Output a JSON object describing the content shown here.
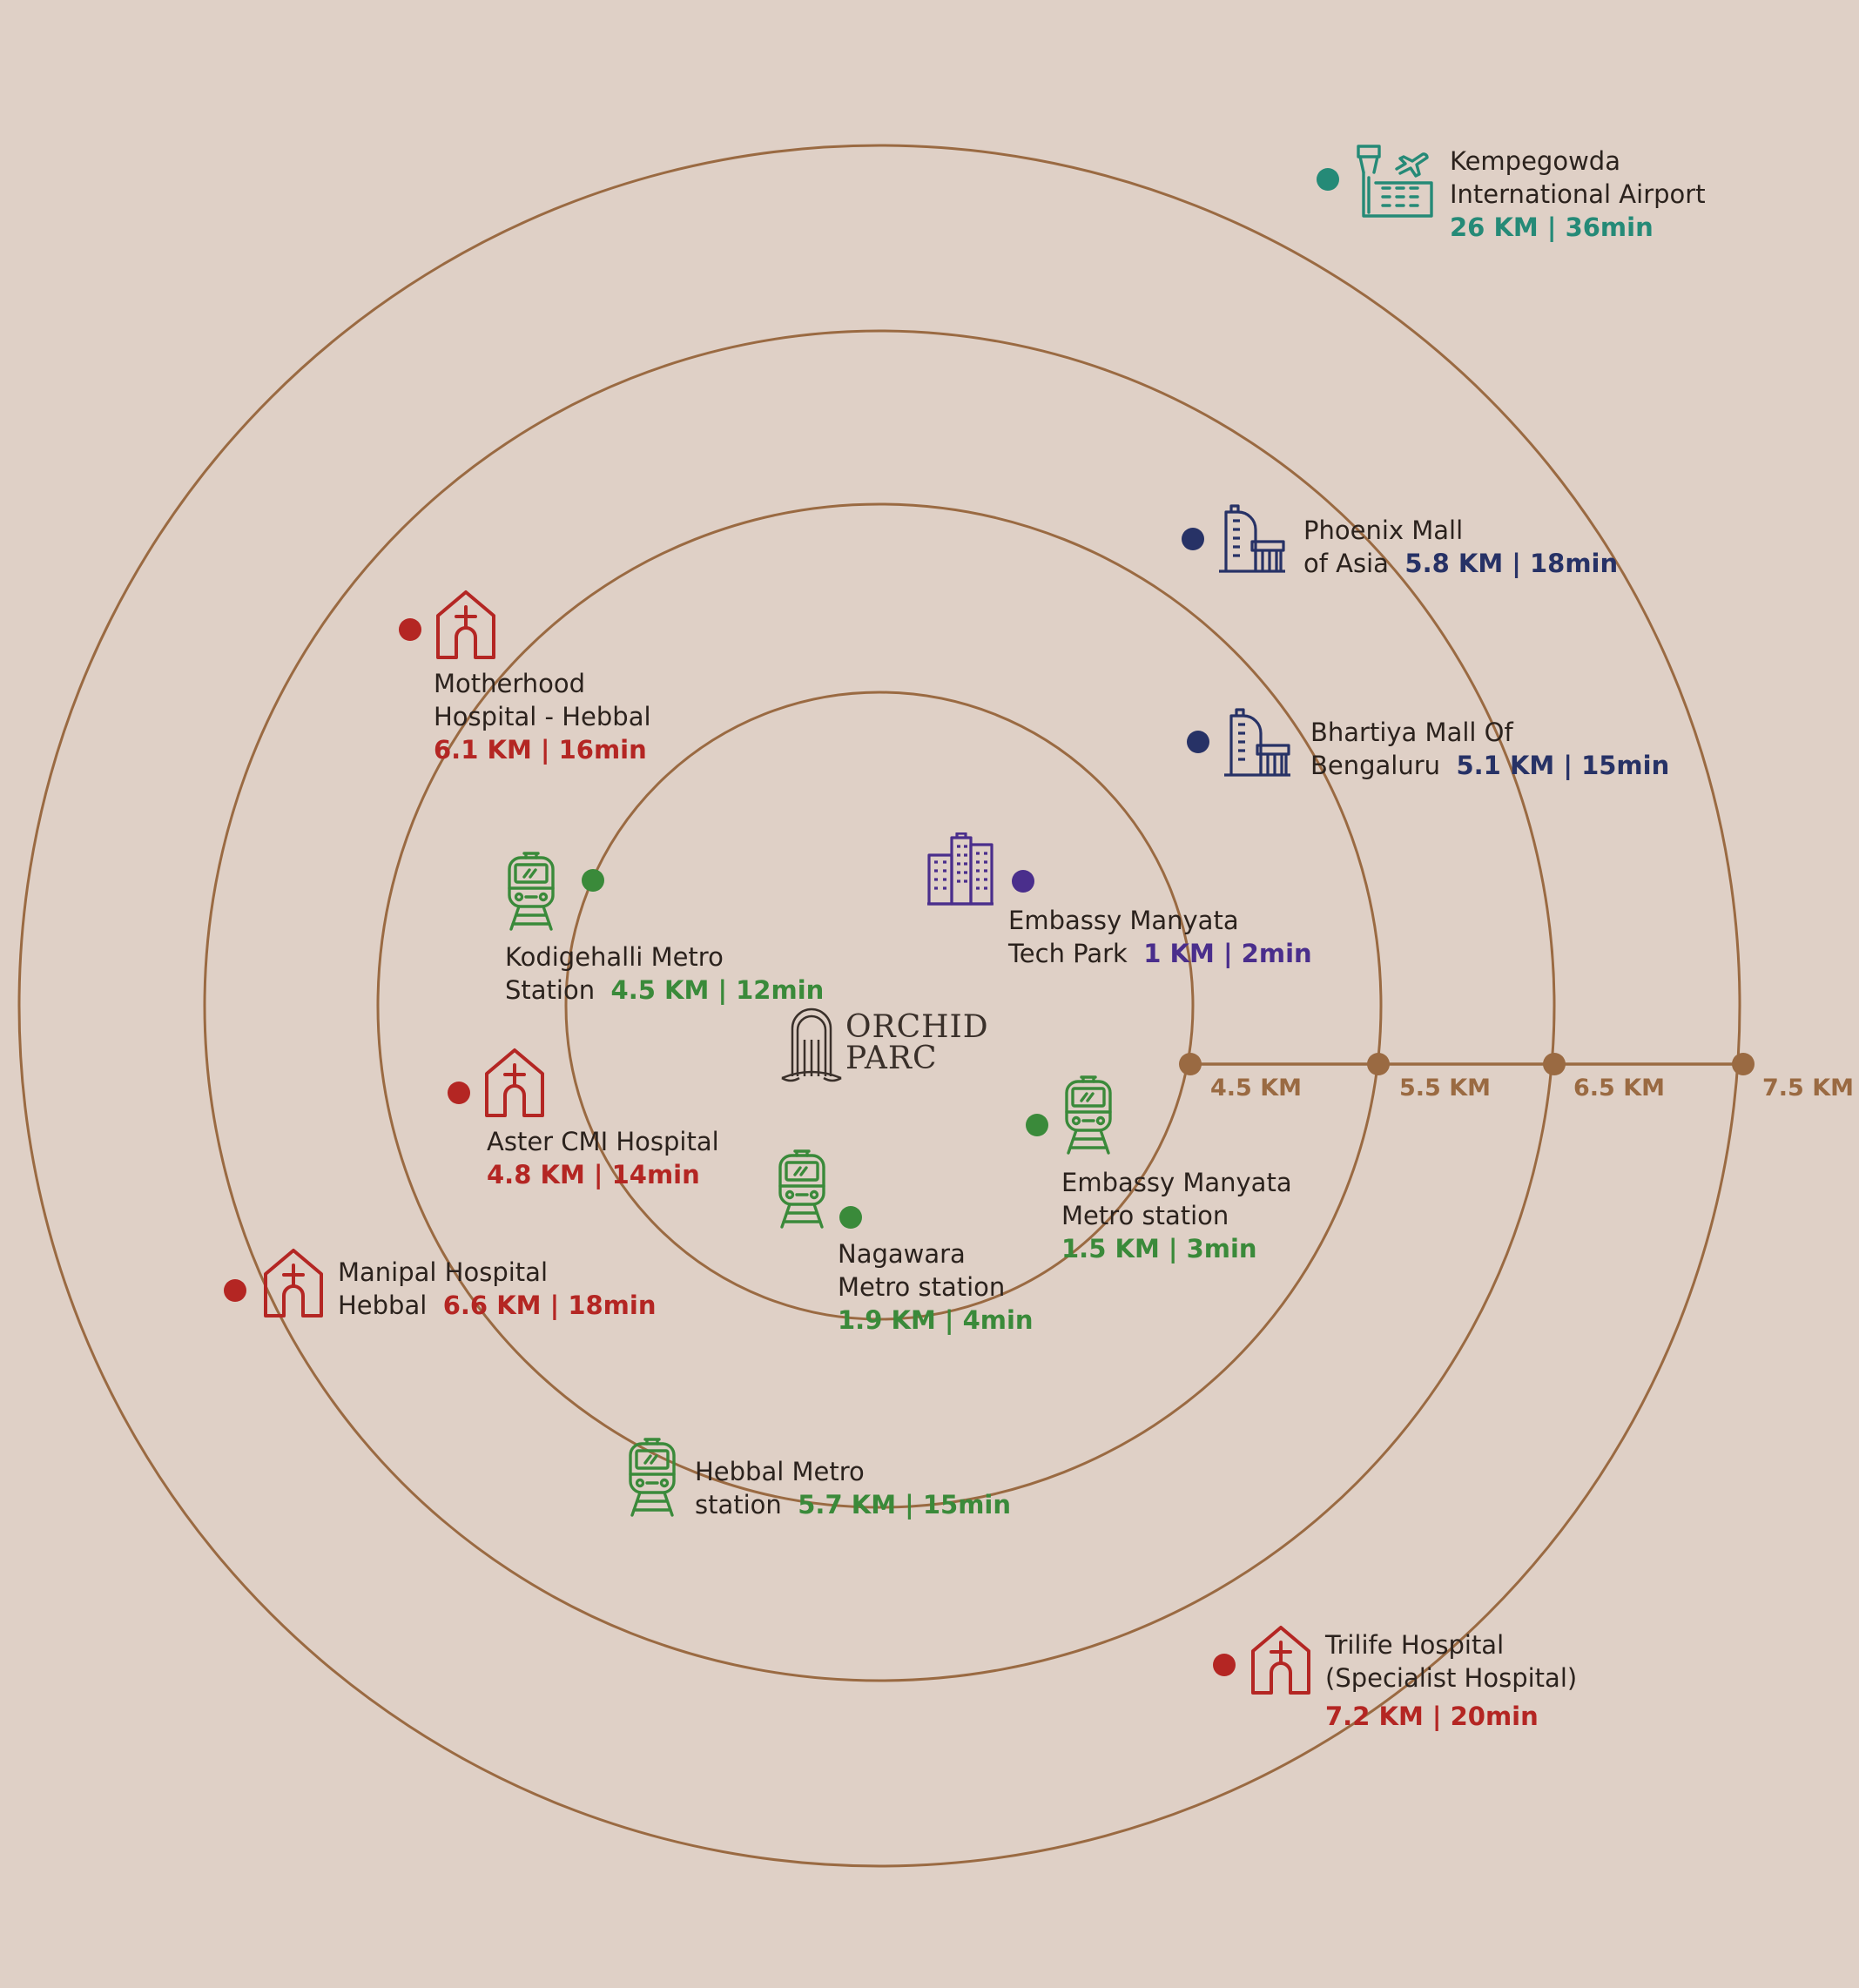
{
  "colors": {
    "background": "#dfd0c6",
    "ring": "#9a6a42",
    "text": "#2b221d",
    "metro": "#3a8a3a",
    "hospital": "#b42623",
    "mall": "#273266",
    "tech_park": "#4a2e8c",
    "airport": "#258a77"
  },
  "logo": {
    "line1": "ORCHID",
    "line2": "PARC"
  },
  "rings": [
    "4.5 KM",
    "5.5 KM",
    "6.5 KM",
    "7.5 KM"
  ],
  "places": {
    "airport": {
      "name1": "Kempegowda",
      "name2": "International Airport",
      "distance": "26 KM | 36min",
      "icon": "airport-icon"
    },
    "phoenix": {
      "name1": "Phoenix Mall",
      "name2": "of Asia",
      "distance": "5.8 KM | 18min",
      "icon": "mall-icon"
    },
    "bhartiya": {
      "name1": "Bhartiya Mall Of",
      "name2": "Bengaluru",
      "distance": "5.1 KM | 15min",
      "icon": "mall-icon"
    },
    "motherhood": {
      "name1": "Motherhood",
      "name2": "Hospital - Hebbal",
      "distance": "6.1 KM | 16min",
      "icon": "hospital-icon"
    },
    "kodigehalli": {
      "name1": "Kodigehalli Metro",
      "name2": "Station",
      "distance": "4.5 KM | 12min",
      "icon": "metro-train-icon"
    },
    "embassy_tech": {
      "name1": "Embassy Manyata",
      "name2": "Tech Park",
      "distance": "1 KM | 2min",
      "icon": "office-buildings-icon"
    },
    "aster": {
      "name1": "Aster CMI Hospital",
      "distance": "4.8 KM | 14min",
      "icon": "hospital-icon"
    },
    "embassy_metro": {
      "name1": "Embassy Manyata",
      "name2": "Metro station",
      "distance": "1.5 KM | 3min",
      "icon": "metro-train-icon"
    },
    "nagawara": {
      "name1": "Nagawara",
      "name2": "Metro station",
      "distance": "1.9 KM | 4min",
      "icon": "metro-train-icon"
    },
    "manipal": {
      "name1": "Manipal Hospital",
      "name2": "Hebbal",
      "distance": "6.6 KM | 18min",
      "icon": "hospital-icon"
    },
    "hebbal_metro": {
      "name1": "Hebbal Metro",
      "name2": "station",
      "distance": "5.7 KM | 15min",
      "icon": "metro-train-icon"
    },
    "trilife": {
      "name1": "Trilife Hospital",
      "name2": "(Specialist Hospital)",
      "distance": "7.2 KM | 20min",
      "icon": "hospital-icon"
    }
  }
}
